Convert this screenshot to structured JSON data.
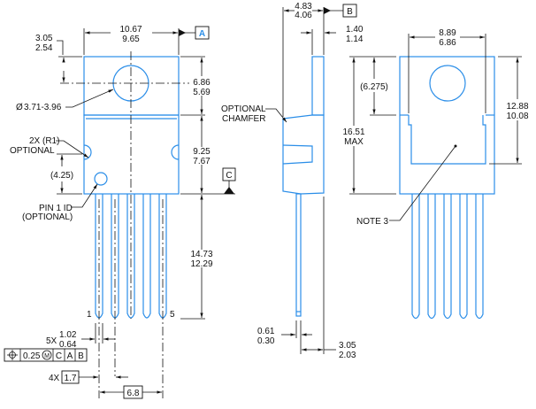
{
  "colors": {
    "outline": "#2b8ee8",
    "dimension": "#111111",
    "datum_letter_A": "#2b8ee8"
  },
  "front_view": {
    "width_dim": [
      "10.67",
      "9.65"
    ],
    "datum_a": "A",
    "tab_top_dim": [
      "3.05",
      "2.54"
    ],
    "hole_dim": "3.71-3.96",
    "diameter_symbol": "Ø",
    "tab_height_dim": [
      "6.86",
      "5.69"
    ],
    "body_height_dim": [
      "9.25",
      "7.67"
    ],
    "datum_c": "C",
    "notch_label": [
      "2X (R1)",
      "OPTIONAL"
    ],
    "notch_height_dim": "(4.25)",
    "pin1_label": [
      "PIN 1 ID",
      "(OPTIONAL)"
    ],
    "lead_length_dim": [
      "14.73",
      "12.29"
    ],
    "pin_first": "1",
    "pin_last": "5",
    "lead_width": {
      "prefix": "5X",
      "values": [
        "1.02",
        "0.64"
      ]
    },
    "fcf": {
      "symbol": "position-icon",
      "tolerance": "0.25",
      "modifier": "M",
      "datums": [
        "C",
        "A",
        "B"
      ]
    },
    "pitch": {
      "prefix": "4X",
      "value": "1.7"
    },
    "span": "6.8"
  },
  "side_view": {
    "thickness_dim": [
      "4.83",
      "4.06"
    ],
    "datum_b": "B",
    "tab_thickness_dim": [
      "1.40",
      "1.14"
    ],
    "chamfer_label": [
      "OPTIONAL",
      "CHAMFER"
    ],
    "lead_thickness_dim": [
      "0.61",
      "0.30"
    ],
    "lead_offset_dim": [
      "3.05",
      "2.03"
    ]
  },
  "back_view": {
    "pad_width_dim": [
      "8.89",
      "6.86"
    ],
    "total_height_dim": [
      "16.51",
      "MAX"
    ],
    "hole_pos_dim": "(6.275)",
    "pad_height_dim": [
      "12.88",
      "10.08"
    ],
    "note": "NOTE 3"
  }
}
